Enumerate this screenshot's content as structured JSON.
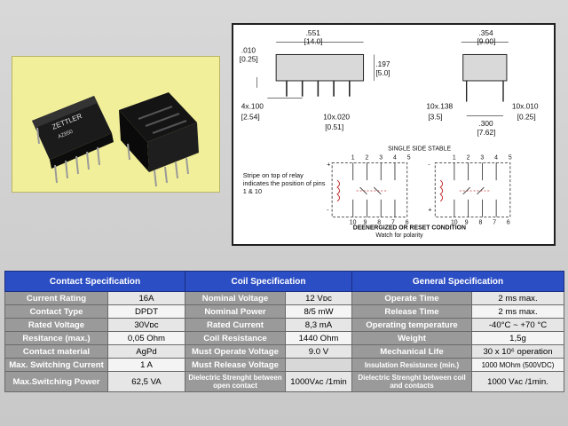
{
  "drawing": {
    "dim_length": ".551",
    "dim_length_mm": "[14.0]",
    "dim_width": ".354",
    "dim_width_mm": "[9.00]",
    "dim_lead_thick": ".010",
    "dim_lead_thick_mm": "[0.25]",
    "dim_height": ".197",
    "dim_height_mm": "[5.0]",
    "dim_pitch": "4x.100",
    "dim_pitch_mm": "[2.54]",
    "dim_pin_w": "10x.020",
    "dim_pin_w_mm": "[0.51]",
    "dim_pin_len": "10x.138",
    "dim_pin_len_mm": "[3.5]",
    "dim_row": ".300",
    "dim_row_mm": "[7.62]",
    "dim_lead_end": "10x.010",
    "dim_lead_end_mm": "[0.25]",
    "schematic_title": "SINGLE SIDE STABLE",
    "pins_top": [
      "1",
      "2",
      "3",
      "4",
      "5"
    ],
    "pins_bottom": [
      "10",
      "9",
      "8",
      "7",
      "6"
    ],
    "note": "Stripe on top of relay indicates the position of pins 1 & 10",
    "caption_main": "DEENERGIZED OR RESET CONDITION",
    "caption_sub": "Watch for polarity",
    "plus": "+",
    "minus": "-"
  },
  "table": {
    "headers": [
      "Contact Specification",
      "Coil Specification",
      "General Specification"
    ],
    "rows": [
      {
        "c1": "Current Rating",
        "c2": "16A",
        "c3": "Nominal Voltage",
        "c4": "12 Vᴅᴄ",
        "c5": "Operate Time",
        "c6": "2 ms max."
      },
      {
        "c1": "Contact Type",
        "c2": "DPDT",
        "c3": "Nominal Power",
        "c4": "8/5 mW",
        "c5": "Release Time",
        "c6": "2 ms max."
      },
      {
        "c1": "Rated Voltage",
        "c2": "30Vᴅᴄ",
        "c3": "Rated Current",
        "c4": "8,3 mA",
        "c5": "Operating temperature",
        "c6": "-40°C ~ +70 °C"
      },
      {
        "c1": "Resitance (max.)",
        "c2": "0,05 Ohm",
        "c3": "Coil Resistance",
        "c4": "1440 Ohm",
        "c5": "Weight",
        "c6": "1,5g"
      },
      {
        "c1": "Contact material",
        "c2": "AgPd",
        "c3": "Must Operate Voltage",
        "c4": "9.0 V",
        "c5": "Mechanical Life",
        "c6": "30 x 10⁶ operation"
      },
      {
        "c1": "Max. Switching Current",
        "c2": "1 A",
        "c3": "Must Release Voltage",
        "c4": "",
        "c5": "Insulation Resistance (min.)",
        "c6": "1000 MOhm (500VDC)"
      },
      {
        "c1": "Max.Switching Power",
        "c2": "62,5 VA",
        "c3": "Dielectric Strenght between open contact",
        "c4": "1000Vᴀᴄ /1min",
        "c5": "Dielectric Strenght between coil and contacts",
        "c6": "1000 Vᴀᴄ /1min."
      }
    ]
  },
  "colors": {
    "header_blue": "#2c4ec4",
    "label_gray": "#9a9a9a",
    "photo_bg": "#f2ef9a"
  }
}
